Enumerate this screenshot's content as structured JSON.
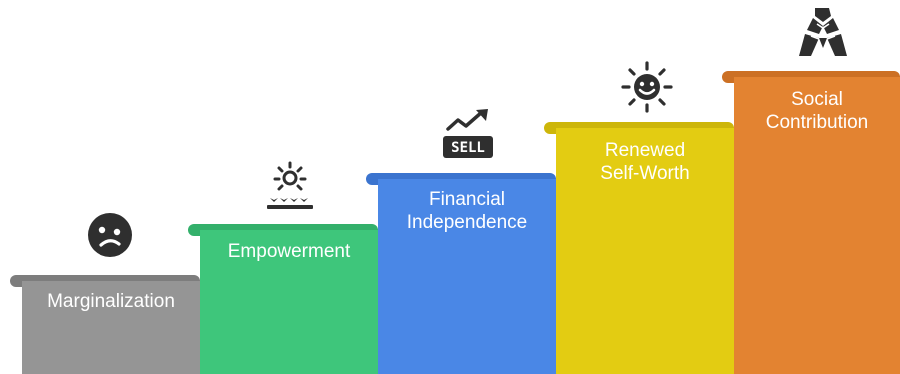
{
  "steps": [
    {
      "label": "Marginalization",
      "icon": "sad-face-icon",
      "color": "#959595",
      "cap_color": "#7d7d7d"
    },
    {
      "label": "Empowerment",
      "icon": "sprouting-sun-icon",
      "color": "#3ec67b",
      "cap_color": "#33b06b"
    },
    {
      "label": "Financial Independence",
      "icon": "sell-chart-icon",
      "color": "#4a87e6",
      "cap_color": "#3b74cf"
    },
    {
      "label": "Renewed Self-Worth",
      "icon": "smiling-sun-icon",
      "color": "#e3cc12",
      "cap_color": "#cdb60a"
    },
    {
      "label": "Social Contribution",
      "icon": "joined-hands-icon",
      "color": "#e38331",
      "cap_color": "#cc7024"
    }
  ],
  "sell_text": "SELL"
}
